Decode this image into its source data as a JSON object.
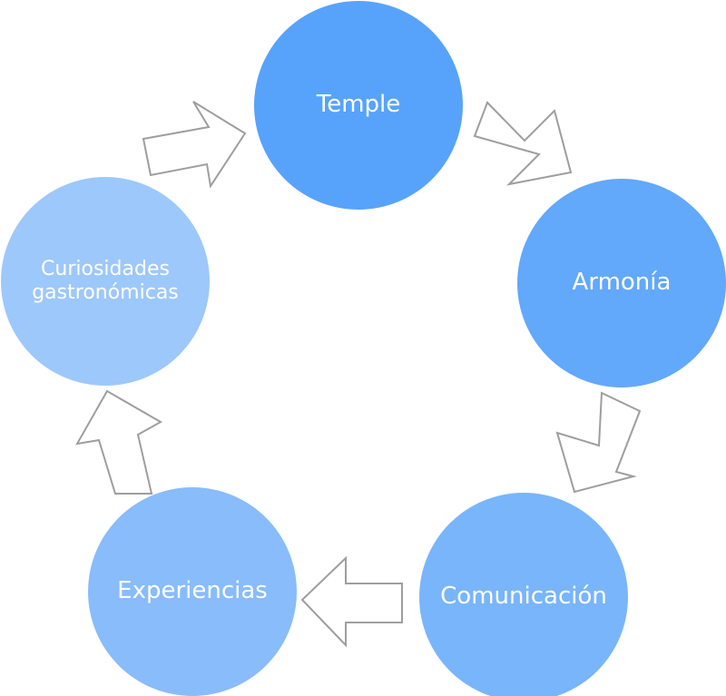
{
  "diagram": {
    "nodes": [
      {
        "label": "Temple",
        "color": "#57a3fb"
      },
      {
        "label": "Armonía",
        "color": "#62a8fb"
      },
      {
        "label": "Comunicación",
        "color": "#79b5fb"
      },
      {
        "label": "Experiencias",
        "color": "#88bcfb"
      },
      {
        "label": "Curiosidades gastronómicas",
        "color": "#9dc8fb"
      }
    ],
    "arrow_style": {
      "fill": "#ffffff",
      "stroke": "#9e9e9e"
    },
    "background": "#ffffff"
  }
}
